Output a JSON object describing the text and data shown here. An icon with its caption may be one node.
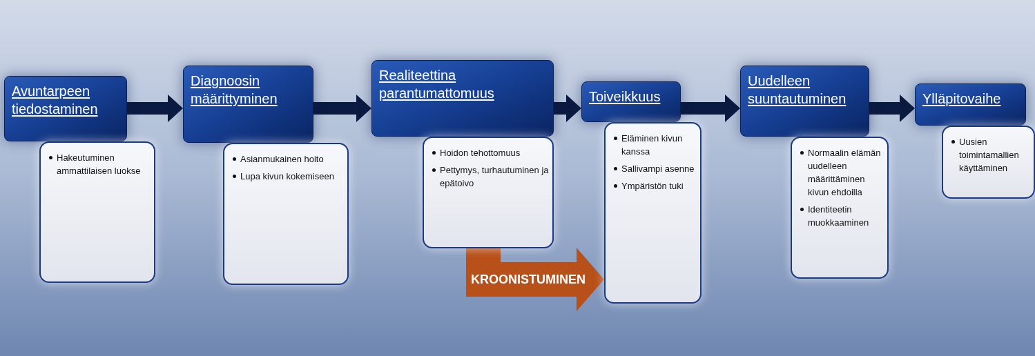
{
  "diagram": {
    "nodes": [
      {
        "text": [
          "Avuntarpeen tiedostaminen"
        ]
      },
      {
        "text": [
          "Diagnoosin määrittyminen"
        ]
      },
      {
        "text": [
          "Realiteettina parantumattomuus"
        ]
      },
      {
        "text": [
          "Toiveikkuus"
        ]
      },
      {
        "text": [
          "Uudelleen suuntautuminen"
        ]
      },
      {
        "text": [
          "Ylläpitovaihe"
        ]
      },
      {
        "text": [
          "Hakeutuminen ammattilaisen luokse"
        ]
      },
      {
        "text": [
          "Asianmukainen hoito",
          "Lupa kivun kokemiseen"
        ]
      },
      {
        "text": [
          "Hoidon tehottomuus",
          "Pettymys, turhautuminen ja epätoivo"
        ]
      },
      {
        "text": [
          "Eläminen kivun kanssa",
          "Sallivampi asenne",
          "Ympäristön tuki"
        ]
      },
      {
        "text": [
          "Normaalin elämän uudelleen määrittäminen kivun ehdoilla",
          "Identiteetin muokkaaminen"
        ]
      },
      {
        "text": [
          "Uusien toimintamallien käyttäminen"
        ]
      }
    ],
    "edges": [
      {
        "from": 0,
        "to": 1,
        "arrow": "to"
      },
      {
        "from": 1,
        "to": 2,
        "arrow": "to"
      },
      {
        "from": 2,
        "to": 3,
        "arrow": "to"
      },
      {
        "from": 3,
        "to": 4,
        "arrow": "to"
      },
      {
        "from": 4,
        "to": 5,
        "arrow": "to"
      },
      {
        "from": 8,
        "to": 9,
        "arrow": "to",
        "label": "KROONISTUMINEN",
        "style": "thick",
        "color": "#b8501a"
      }
    ]
  }
}
